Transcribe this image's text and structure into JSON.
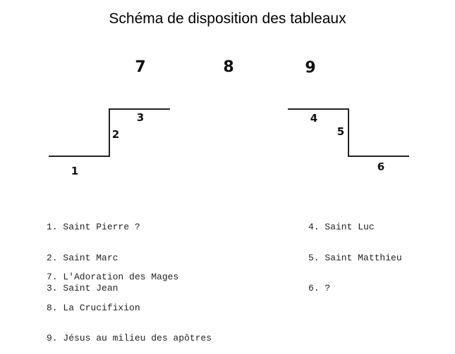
{
  "title": "Schéma de disposition des tableaux",
  "diagram": {
    "top_numbers": [
      "7",
      "8",
      "9"
    ],
    "left_wall": {
      "floor": "1",
      "riser": "2",
      "step": "3"
    },
    "right_wall": {
      "step": "4",
      "riser": "5",
      "floor": "6"
    },
    "line_color": "#222222"
  },
  "legend": {
    "left": [
      "1. Saint Pierre ?",
      "2. Saint Marc",
      "3. Saint Jean"
    ],
    "right": [
      "4. Saint Luc",
      "5. Saint Matthieu",
      "6. ?"
    ],
    "bottom": [
      "7. L'Adoration des Mages",
      "8. La Crucifixion",
      "9. Jésus au milieu des apôtres"
    ]
  }
}
